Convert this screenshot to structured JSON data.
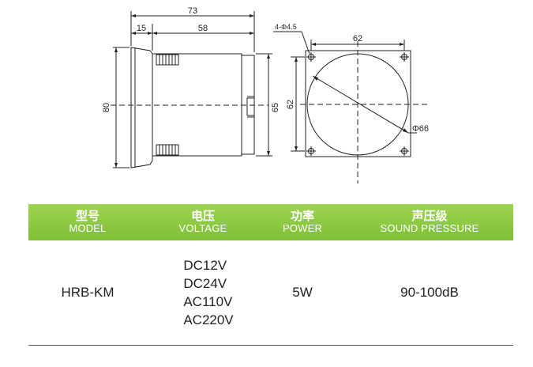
{
  "drawing": {
    "dims": {
      "overall_depth": "73",
      "flange": "15",
      "body_depth": "58",
      "front_height": "80",
      "body_height": "65",
      "face_width": "62",
      "face_height": "62",
      "holes": "4-Φ4.5",
      "diameter": "Φ66"
    }
  },
  "table": {
    "headers": [
      {
        "zh": "型号",
        "en": "MODEL"
      },
      {
        "zh": "电压",
        "en": "VOLTAGE"
      },
      {
        "zh": "功率",
        "en": "POWER"
      },
      {
        "zh": "声压级",
        "en": "SOUND PRESSURE"
      }
    ],
    "row": {
      "model": "HRB-KM",
      "voltages": [
        "DC12V",
        "DC24V",
        "AC110V",
        "AC220V"
      ],
      "power": "5W",
      "sound_pressure": "90-100dB"
    }
  },
  "colors": {
    "header_green": "#8cc63f",
    "header_text": "#ffffff"
  }
}
